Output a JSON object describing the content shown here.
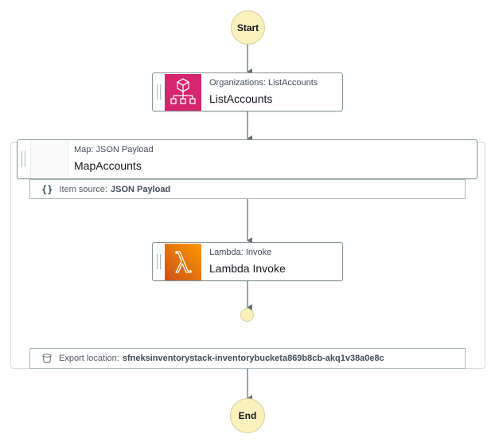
{
  "start": {
    "label": "Start"
  },
  "end": {
    "label": "End"
  },
  "list_accounts": {
    "api": "Organizations: ListAccounts",
    "name": "ListAccounts",
    "icon": "organizations-icon",
    "color": "#d6246e"
  },
  "map_state": {
    "api": "Map: JSON Payload",
    "name": "MapAccounts",
    "item_source_prefix": "Item source:",
    "item_source_value": "JSON Payload",
    "export_prefix": "Export location:",
    "export_value": "sfneksinventorystack-inventorybucketa869b8cb-akq1v38a0e8c"
  },
  "lambda_state": {
    "api": "Lambda: Invoke",
    "name": "Lambda Invoke",
    "icon": "lambda-icon",
    "color": "#ed7100"
  }
}
